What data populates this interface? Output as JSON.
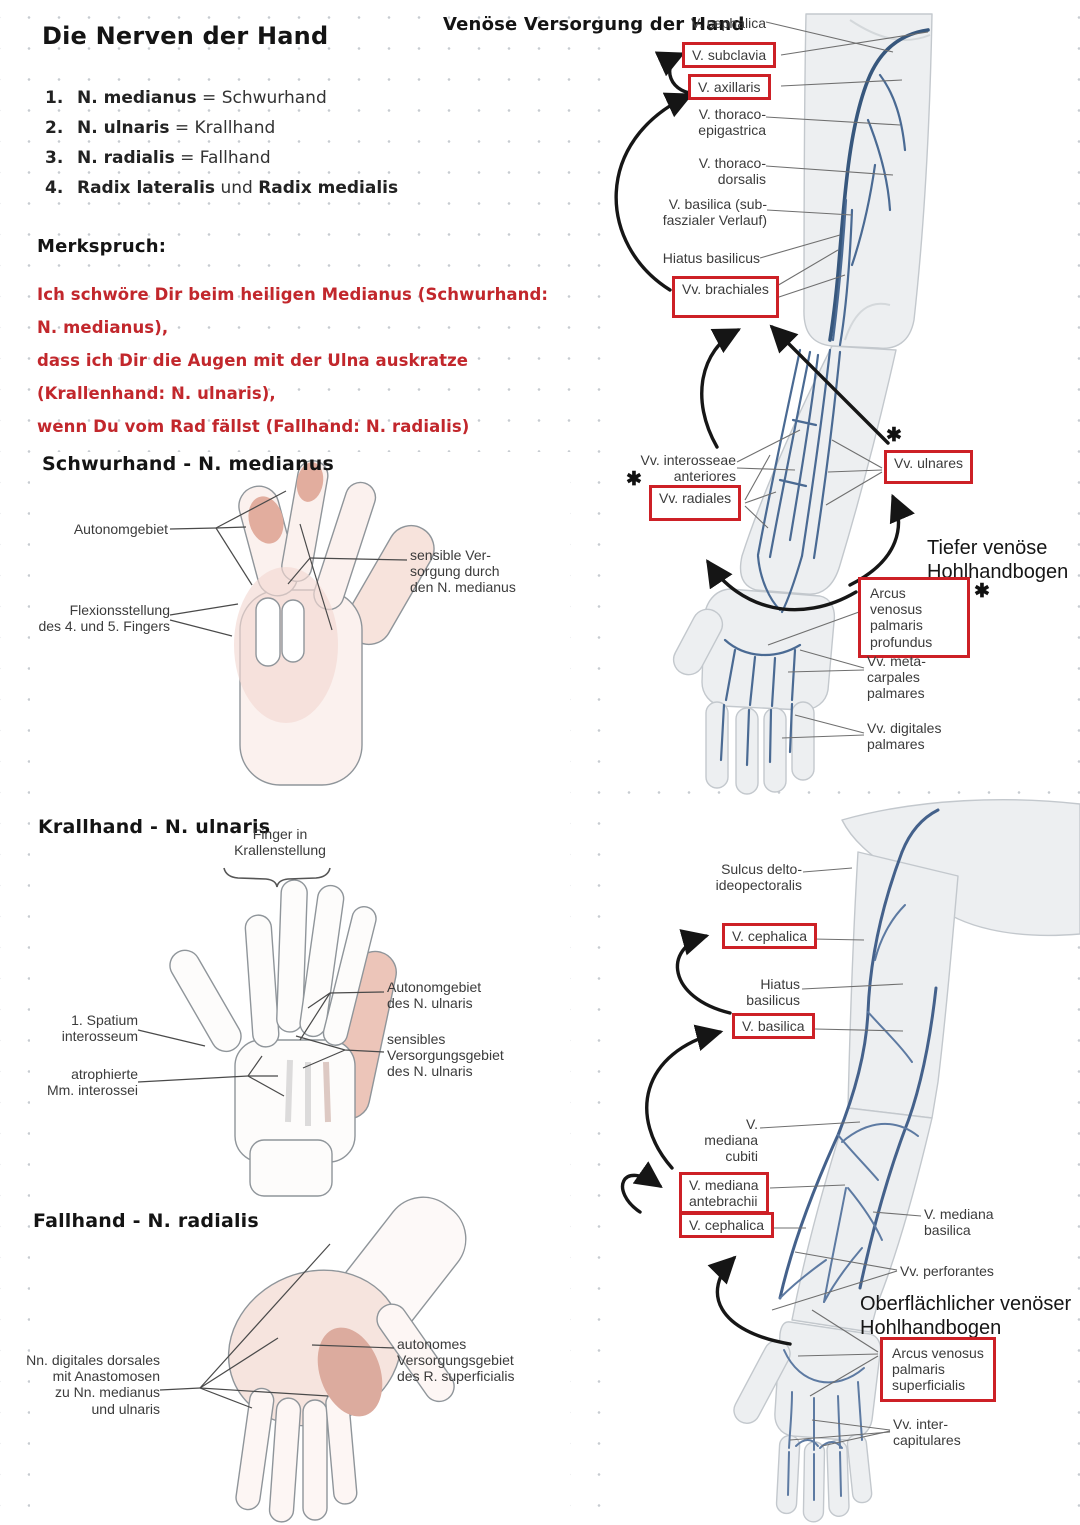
{
  "colors": {
    "box_red": "#cd2026",
    "note_red": "#c2272c",
    "vein_blue": "#37577d",
    "leader_gray": "#6f6f6f"
  },
  "notes": {
    "title": "Die Nerven der Hand",
    "items": [
      {
        "num": "1.",
        "a": "N. medianus",
        "mid": "=",
        "b": "Schwurhand"
      },
      {
        "num": "2.",
        "a": "N. ulnaris",
        "mid": "=",
        "b": "Krallhand"
      },
      {
        "num": "3.",
        "a": "N. radialis",
        "mid": "=",
        "b": "Fallhand"
      },
      {
        "num": "4.",
        "a": "Radix lateralis",
        "mid": "und",
        "b": "Radix medialis"
      }
    ],
    "merkspruch_label": "Merkspruch:",
    "merkspruch": "Ich schwöre Dir beim heiligen Medianus (Schwurhand: N. medianus),\ndass ich Dir die Augen mit der Ulna auskratze (Krallenhand: N. ulnaris),\nwenn Du vom Rad fällst (Fallhand: N. radialis)"
  },
  "schwurhand": {
    "title": "Schwurhand - N. medianus",
    "autonomgebiet": "Autonomgebiet",
    "sensible": "sensible Ver-\nsorgung durch\nden N. medianus",
    "flexion": "Flexionsstellung\ndes 4. und 5. Fingers"
  },
  "krallhand": {
    "title": "Krallhand - N. ulnaris",
    "finger": "Finger in\nKrallenstellung",
    "spatium": "1. Spatium\ninterosseum",
    "atrophierte": "atrophierte\nMm. interossei",
    "autonom": "Autonomgebiet\ndes N. ulnaris",
    "sensibles": "sensibles\nVersorgungsgebiet\ndes N. ulnaris"
  },
  "fallhand": {
    "title": "Fallhand - N. radialis",
    "digitales": "Nn. digitales dorsales\nmit Anastomosen\nzu Nn. medianus\nund ulnaris",
    "autonomes": "autonomes\nVersorgungsgebiet\ndes R. superficialis"
  },
  "venous": {
    "title": "Venöse Versorgung der Hand",
    "deep": {
      "cephalica": "V. cephalica",
      "subclavia": "V. subclavia",
      "axillaris": "V. axillaris",
      "thoracoepigastrica": "V. thoraco-\nepigastrica",
      "thoracodorsalis": "V. thoraco-\ndorsalis",
      "basilica": "V. basilica (sub-\nfaszialer Verlauf)",
      "hiatus": "Hiatus basilicus",
      "brachiales": "Vv. brachiales",
      "interosseae": "Vv. interosseae\nanteriores",
      "radiales": "Vv. radiales",
      "ulnares": "Vv. ulnares",
      "heading": "Tiefer venöse\nHohlhandbogen",
      "arcus": "Arcus venosus\npalmaris\nprofundus",
      "metacarpales": "Vv. meta-\ncarpales\npalmares",
      "digitales": "Vv. digitales\npalmares",
      "star": "✱"
    },
    "superficial": {
      "sulcus": "Sulcus delto-\nideopectoralis",
      "cephalica_upper": "V. cephalica",
      "hiatus": "Hiatus\nbasilicus",
      "basilica": "V. basilica",
      "mediana_cubiti": "V. mediana\ncubiti",
      "mediana_antebrachii": "V. mediana\nantebrachii",
      "cephalica_lower": "V. cephalica",
      "mediana_basilica": "V. mediana\nbasilica",
      "perforantes": "Vv. perforantes",
      "heading": "Oberflächlicher venöser\nHohlhandbogen",
      "arcus": "Arcus venosus\npalmaris\nsuperficialis",
      "intercapitulares": "Vv. inter-\ncapitulares"
    }
  }
}
